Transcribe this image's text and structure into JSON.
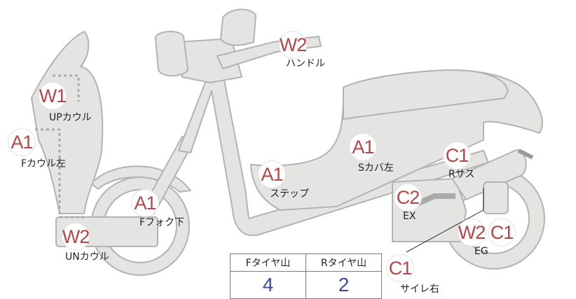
{
  "colors": {
    "body_fill": "#e4e4e2",
    "outline": "#b3b3b1",
    "badge_text": "#b5474a",
    "value_text": "#3c4c99",
    "dotted_line": "#aaaaaa"
  },
  "markers": [
    {
      "id": "handle",
      "grade": "W2",
      "label": "ハンドル"
    },
    {
      "id": "up-cowl",
      "grade": "W1",
      "label": "UPカウル"
    },
    {
      "id": "f-cowl-left",
      "grade": "A1",
      "label": "Fカウル左"
    },
    {
      "id": "step",
      "grade": "A1",
      "label": "ステップ"
    },
    {
      "id": "s-cover-left",
      "grade": "A1",
      "label": "Sカバ左"
    },
    {
      "id": "r-suspension",
      "grade": "C1",
      "label": "Rサス"
    },
    {
      "id": "f-fork-lower",
      "grade": "A1",
      "label": "Fフォク下"
    },
    {
      "id": "exhaust",
      "grade": "C2",
      "label": "EX"
    },
    {
      "id": "un-cowl",
      "grade": "W2",
      "label": "UNカウル"
    },
    {
      "id": "engine",
      "grade": "W2",
      "grade2": "C1",
      "label": "EG"
    },
    {
      "id": "muffler-right",
      "grade": "C1",
      "label": "サイレ右"
    }
  ],
  "tire_table": {
    "headers": [
      "Fタイヤ山",
      "Rタイヤ山"
    ],
    "values": [
      "4",
      "2"
    ]
  }
}
